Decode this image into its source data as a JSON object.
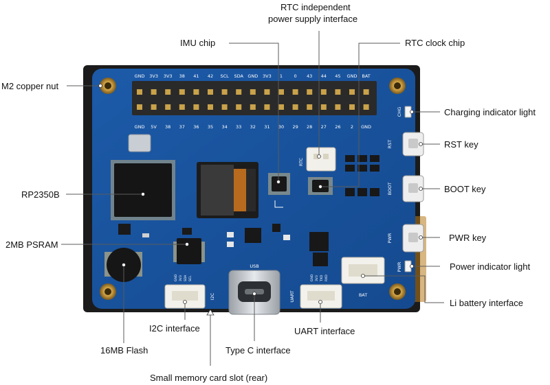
{
  "labels": {
    "rtc_power": [
      "RTC independent",
      "power supply interface"
    ],
    "imu_chip": "IMU chip",
    "rtc_clock": "RTC clock chip",
    "m2_nut": "M2 copper nut",
    "charging_light": "Charging indicator light",
    "rst_key": "RST key",
    "rp2350b": "RP2350B",
    "boot_key": "BOOT key",
    "psram": "2MB PSRAM",
    "pwr_key": "PWR key",
    "power_light": "Power indicator light",
    "li_battery": "Li battery interface",
    "i2c_interface": "I2C interface",
    "uart_interface": "UART interface",
    "flash": "16MB Flash",
    "type_c": "Type C interface",
    "sd_slot": "Small memory card slot (rear)"
  },
  "board": {
    "top_pins": [
      "GND",
      "3V3",
      "3V3",
      "38",
      "41",
      "42",
      "SCL",
      "SDA",
      "GND",
      "3V3",
      "1",
      "0",
      "43",
      "44",
      "45",
      "GND",
      "BAT"
    ],
    "bottom_pins": [
      "GND",
      "5V",
      "38",
      "37",
      "36",
      "35",
      "34",
      "33",
      "32",
      "31",
      "30",
      "29",
      "28",
      "27",
      "26",
      "2",
      "GND"
    ],
    "silk": {
      "rtc": "RTC",
      "chg": "CHG",
      "rst": "RST",
      "boot": "BOOT",
      "pwr_key": "PWR",
      "pwr_led": "PWR",
      "usb": "USB",
      "i2c": "I2C",
      "uart": "UART",
      "bat": "BAT",
      "i2c_pins": [
        "GND",
        "3V3",
        "SDA",
        "SCL"
      ],
      "uart_pins": [
        "GND",
        "3V3",
        "TXD",
        "RXD"
      ]
    }
  }
}
